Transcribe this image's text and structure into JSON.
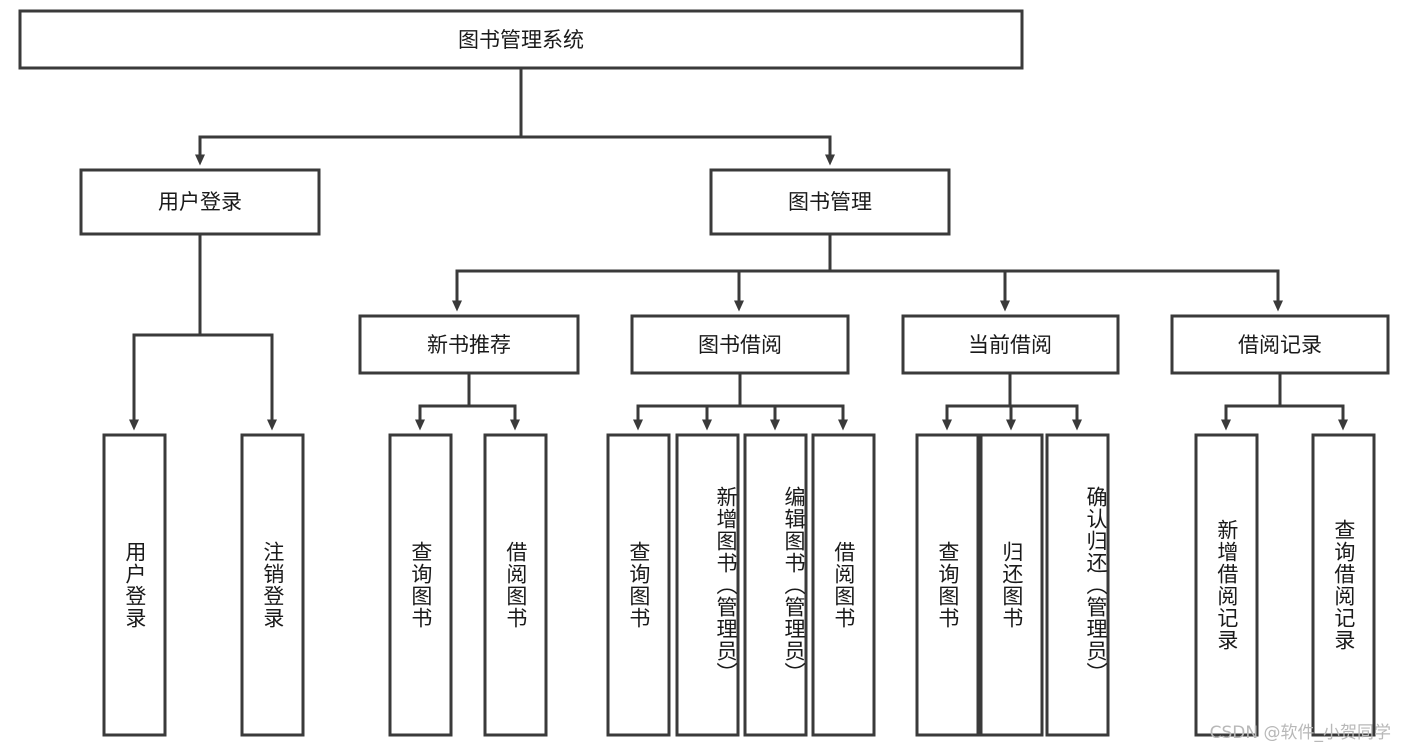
{
  "diagram": {
    "title": "图书管理系统",
    "root": {
      "id": "root",
      "label": "图书管理系统"
    },
    "level1": [
      {
        "id": "user-login",
        "label": "用户登录"
      },
      {
        "id": "book-management",
        "label": "图书管理"
      }
    ],
    "level2": [
      {
        "id": "new-book-recommend",
        "label": "新书推荐",
        "parent": "book-management"
      },
      {
        "id": "book-borrow",
        "label": "图书借阅",
        "parent": "book-management"
      },
      {
        "id": "current-borrow",
        "label": "当前借阅",
        "parent": "book-management"
      },
      {
        "id": "borrow-record",
        "label": "借阅记录",
        "parent": "book-management"
      }
    ],
    "leaves": [
      {
        "id": "leaf-user-login",
        "label": "用户登录",
        "parent": "user-login"
      },
      {
        "id": "leaf-logout-login",
        "label": "注销登录",
        "parent": "user-login"
      },
      {
        "id": "leaf-query-book-1",
        "label": "查询图书",
        "parent": "new-book-recommend"
      },
      {
        "id": "leaf-borrow-book-1",
        "label": "借阅图书",
        "parent": "new-book-recommend"
      },
      {
        "id": "leaf-query-book-2",
        "label": "查询图书",
        "parent": "book-borrow"
      },
      {
        "id": "leaf-add-book-admin",
        "label": "新增图书（管理员）",
        "parent": "book-borrow"
      },
      {
        "id": "leaf-edit-book-admin",
        "label": "编辑图书（管理员）",
        "parent": "book-borrow"
      },
      {
        "id": "leaf-borrow-book-2",
        "label": "借阅图书",
        "parent": "book-borrow"
      },
      {
        "id": "leaf-query-book-3",
        "label": "查询图书",
        "parent": "current-borrow"
      },
      {
        "id": "leaf-return-book",
        "label": "归还图书",
        "parent": "current-borrow"
      },
      {
        "id": "leaf-confirm-return-admin",
        "label": "确认归还（管理员）",
        "parent": "current-borrow"
      },
      {
        "id": "leaf-add-borrow-record",
        "label": "新增借阅记录",
        "parent": "borrow-record"
      },
      {
        "id": "leaf-query-borrow-record",
        "label": "查询借阅记录",
        "parent": "borrow-record"
      }
    ],
    "colors": {
      "stroke": "#3a3a3a",
      "fill": "#ffffff",
      "text": "#1a1a1a",
      "watermark": "#b8b8b8"
    }
  },
  "watermark": {
    "text": "CSDN @软件_小贺同学"
  }
}
